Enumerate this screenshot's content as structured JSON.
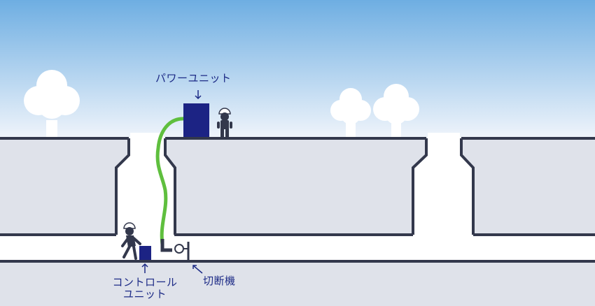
{
  "labels": {
    "power_unit": "パワーユニット",
    "control_unit_line1": "コントロール",
    "control_unit_line2": "ユニット",
    "cutter": "切断機"
  },
  "colors": {
    "sky_top": "#6eaee2",
    "sky_bottom": "#f1f5fb",
    "ground": "#dfe2ea",
    "outline": "#33384c",
    "unit_blue": "#1c2384",
    "hose_green": "#5fbf3e",
    "label_blue": "#1c2a86",
    "tree_white": "#ffffff"
  },
  "icons": {
    "arrows": "arrow-icon",
    "workers": "worker-icon",
    "trees": "tree-icon"
  }
}
